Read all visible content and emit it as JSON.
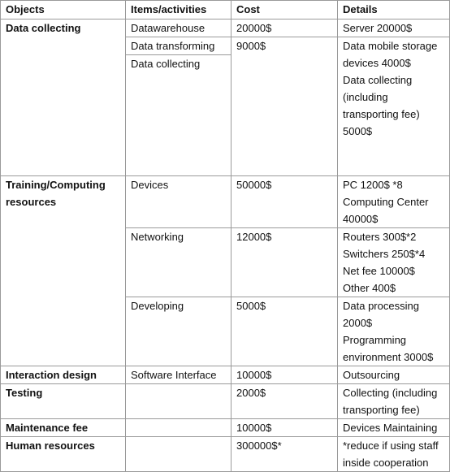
{
  "headers": {
    "objects": "Objects",
    "items": "Items/activities",
    "cost": "Cost",
    "details": "Details"
  },
  "data_collecting": {
    "object": "Data collecting",
    "items": [
      "Datawarehouse",
      "Data transforming",
      "Data collecting"
    ],
    "costs": [
      "20000$",
      "9000$"
    ],
    "details": [
      "Server 20000$",
      "Data mobile storage devices 4000$",
      "Data collecting (including transporting fee) 5000$"
    ]
  },
  "training": {
    "object": "Training/Computing resources",
    "rows": [
      {
        "item": "Devices",
        "cost": "50000$",
        "details": [
          "PC 1200$ *8",
          "Computing Center 40000$"
        ]
      },
      {
        "item": "Networking",
        "cost": "12000$",
        "details": [
          "Routers 300$*2",
          "Switchers 250$*4",
          "Net fee 10000$",
          "Other 400$"
        ]
      },
      {
        "item": "Developing",
        "cost": "5000$",
        "details": [
          "Data processing 2000$",
          "Programming environment 3000$"
        ]
      }
    ]
  },
  "interaction": {
    "object": "Interaction design",
    "item": "Software Interface",
    "cost": "10000$",
    "details": "Outsourcing"
  },
  "testing": {
    "object": "Testing",
    "item": "",
    "cost": "2000$",
    "details": "Collecting (including transporting fee)"
  },
  "maintenance": {
    "object": "Maintenance fee",
    "item": "",
    "cost": "10000$",
    "details": "Devices Maintaining"
  },
  "human": {
    "object": "Human resources",
    "item": "",
    "cost": "300000$*",
    "details": "*reduce if using staff inside cooperation"
  }
}
